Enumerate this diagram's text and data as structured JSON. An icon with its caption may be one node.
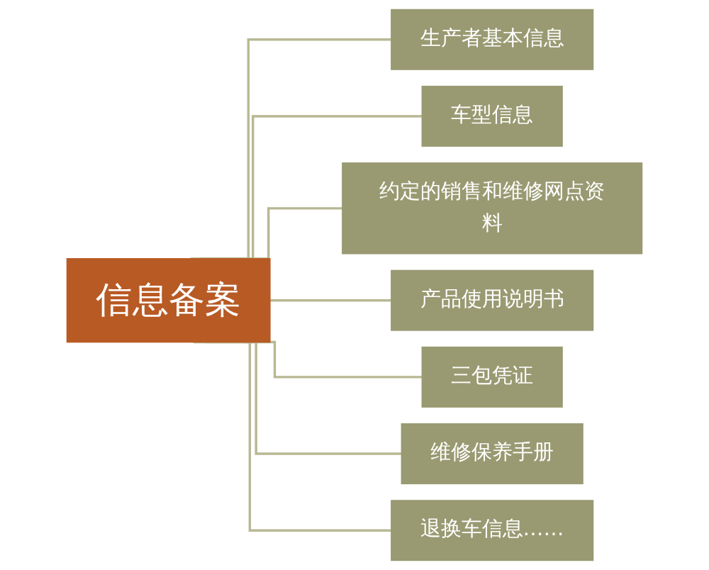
{
  "diagram": {
    "nodes": [
      {
        "text": [
          "信息备案"
        ]
      },
      {
        "text": [
          "生产者基本信息"
        ]
      },
      {
        "text": [
          "车型信息"
        ]
      },
      {
        "text": [
          "约定的销售和维修网点资料"
        ]
      },
      {
        "text": [
          "产品使用说明书"
        ]
      },
      {
        "text": [
          "三包凭证"
        ]
      },
      {
        "text": [
          "维修保养手册"
        ]
      },
      {
        "text": [
          "退换车信息……"
        ]
      }
    ],
    "edges": [
      {
        "from": 0,
        "to": 1,
        "arrow": "none"
      },
      {
        "from": 0,
        "to": 2,
        "arrow": "none"
      },
      {
        "from": 0,
        "to": 3,
        "arrow": "none"
      },
      {
        "from": 0,
        "to": 4,
        "arrow": "none"
      },
      {
        "from": 0,
        "to": 5,
        "arrow": "none"
      },
      {
        "from": 0,
        "to": 6,
        "arrow": "none"
      },
      {
        "from": 0,
        "to": 7,
        "arrow": "none"
      }
    ]
  }
}
